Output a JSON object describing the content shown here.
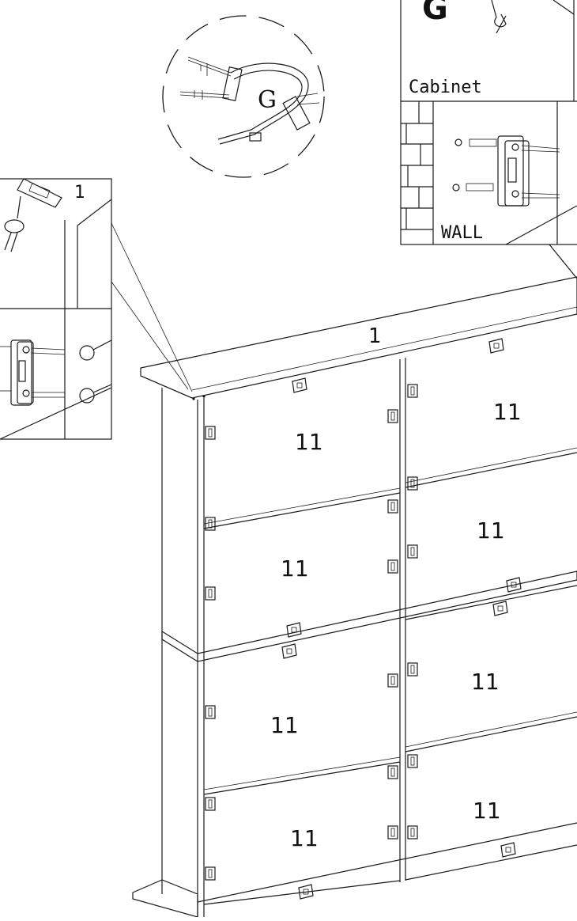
{
  "part_labels": {
    "top_panel": "1",
    "doors": [
      "11",
      "11",
      "11",
      "11",
      "11",
      "11",
      "11",
      "11"
    ]
  },
  "hardware": {
    "kit_letter": "G"
  },
  "detail_top_right": {
    "kit_letter": "G",
    "cabinet_label": "Cabinet",
    "wall_label": "WALL"
  },
  "detail_left": {
    "part_label": "1"
  }
}
